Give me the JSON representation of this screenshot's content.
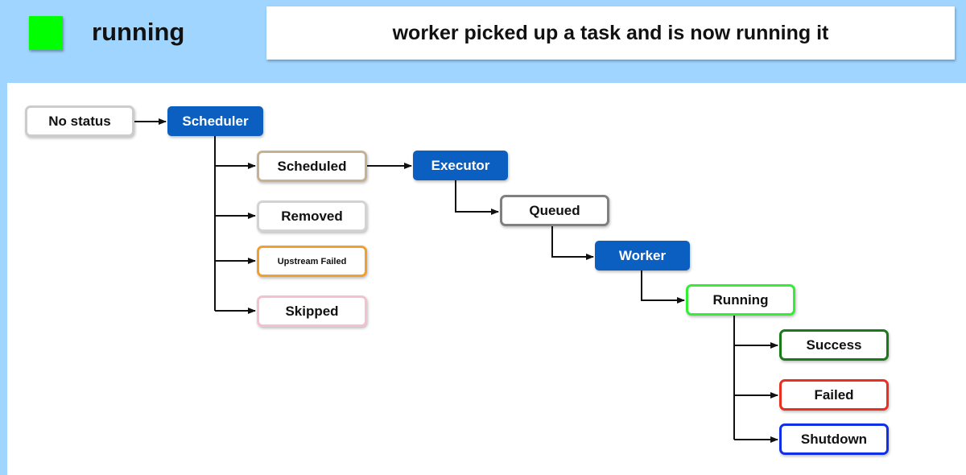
{
  "header": {
    "status_name": "running",
    "status_color": "#00ff00",
    "description": "worker picked up a task and is now running it"
  },
  "nodes": {
    "no_status": "No status",
    "scheduler": "Scheduler",
    "scheduled": "Scheduled",
    "removed": "Removed",
    "upstream_failed": "Upstream Failed",
    "skipped": "Skipped",
    "executor": "Executor",
    "queued": "Queued",
    "worker": "Worker",
    "running": "Running",
    "success": "Success",
    "failed": "Failed",
    "shutdown": "Shutdown"
  },
  "colors": {
    "actor": "#0b5fc0",
    "no_status": "#cccccc",
    "scheduled": "#c8b191",
    "removed": "#d3d3d3",
    "upstream_failed": "#f0a030",
    "skipped": "#f4c2cf",
    "queued": "#808080",
    "running": "#33ee33",
    "success": "#1a7a1a",
    "failed": "#e83020",
    "shutdown": "#1030e8"
  }
}
